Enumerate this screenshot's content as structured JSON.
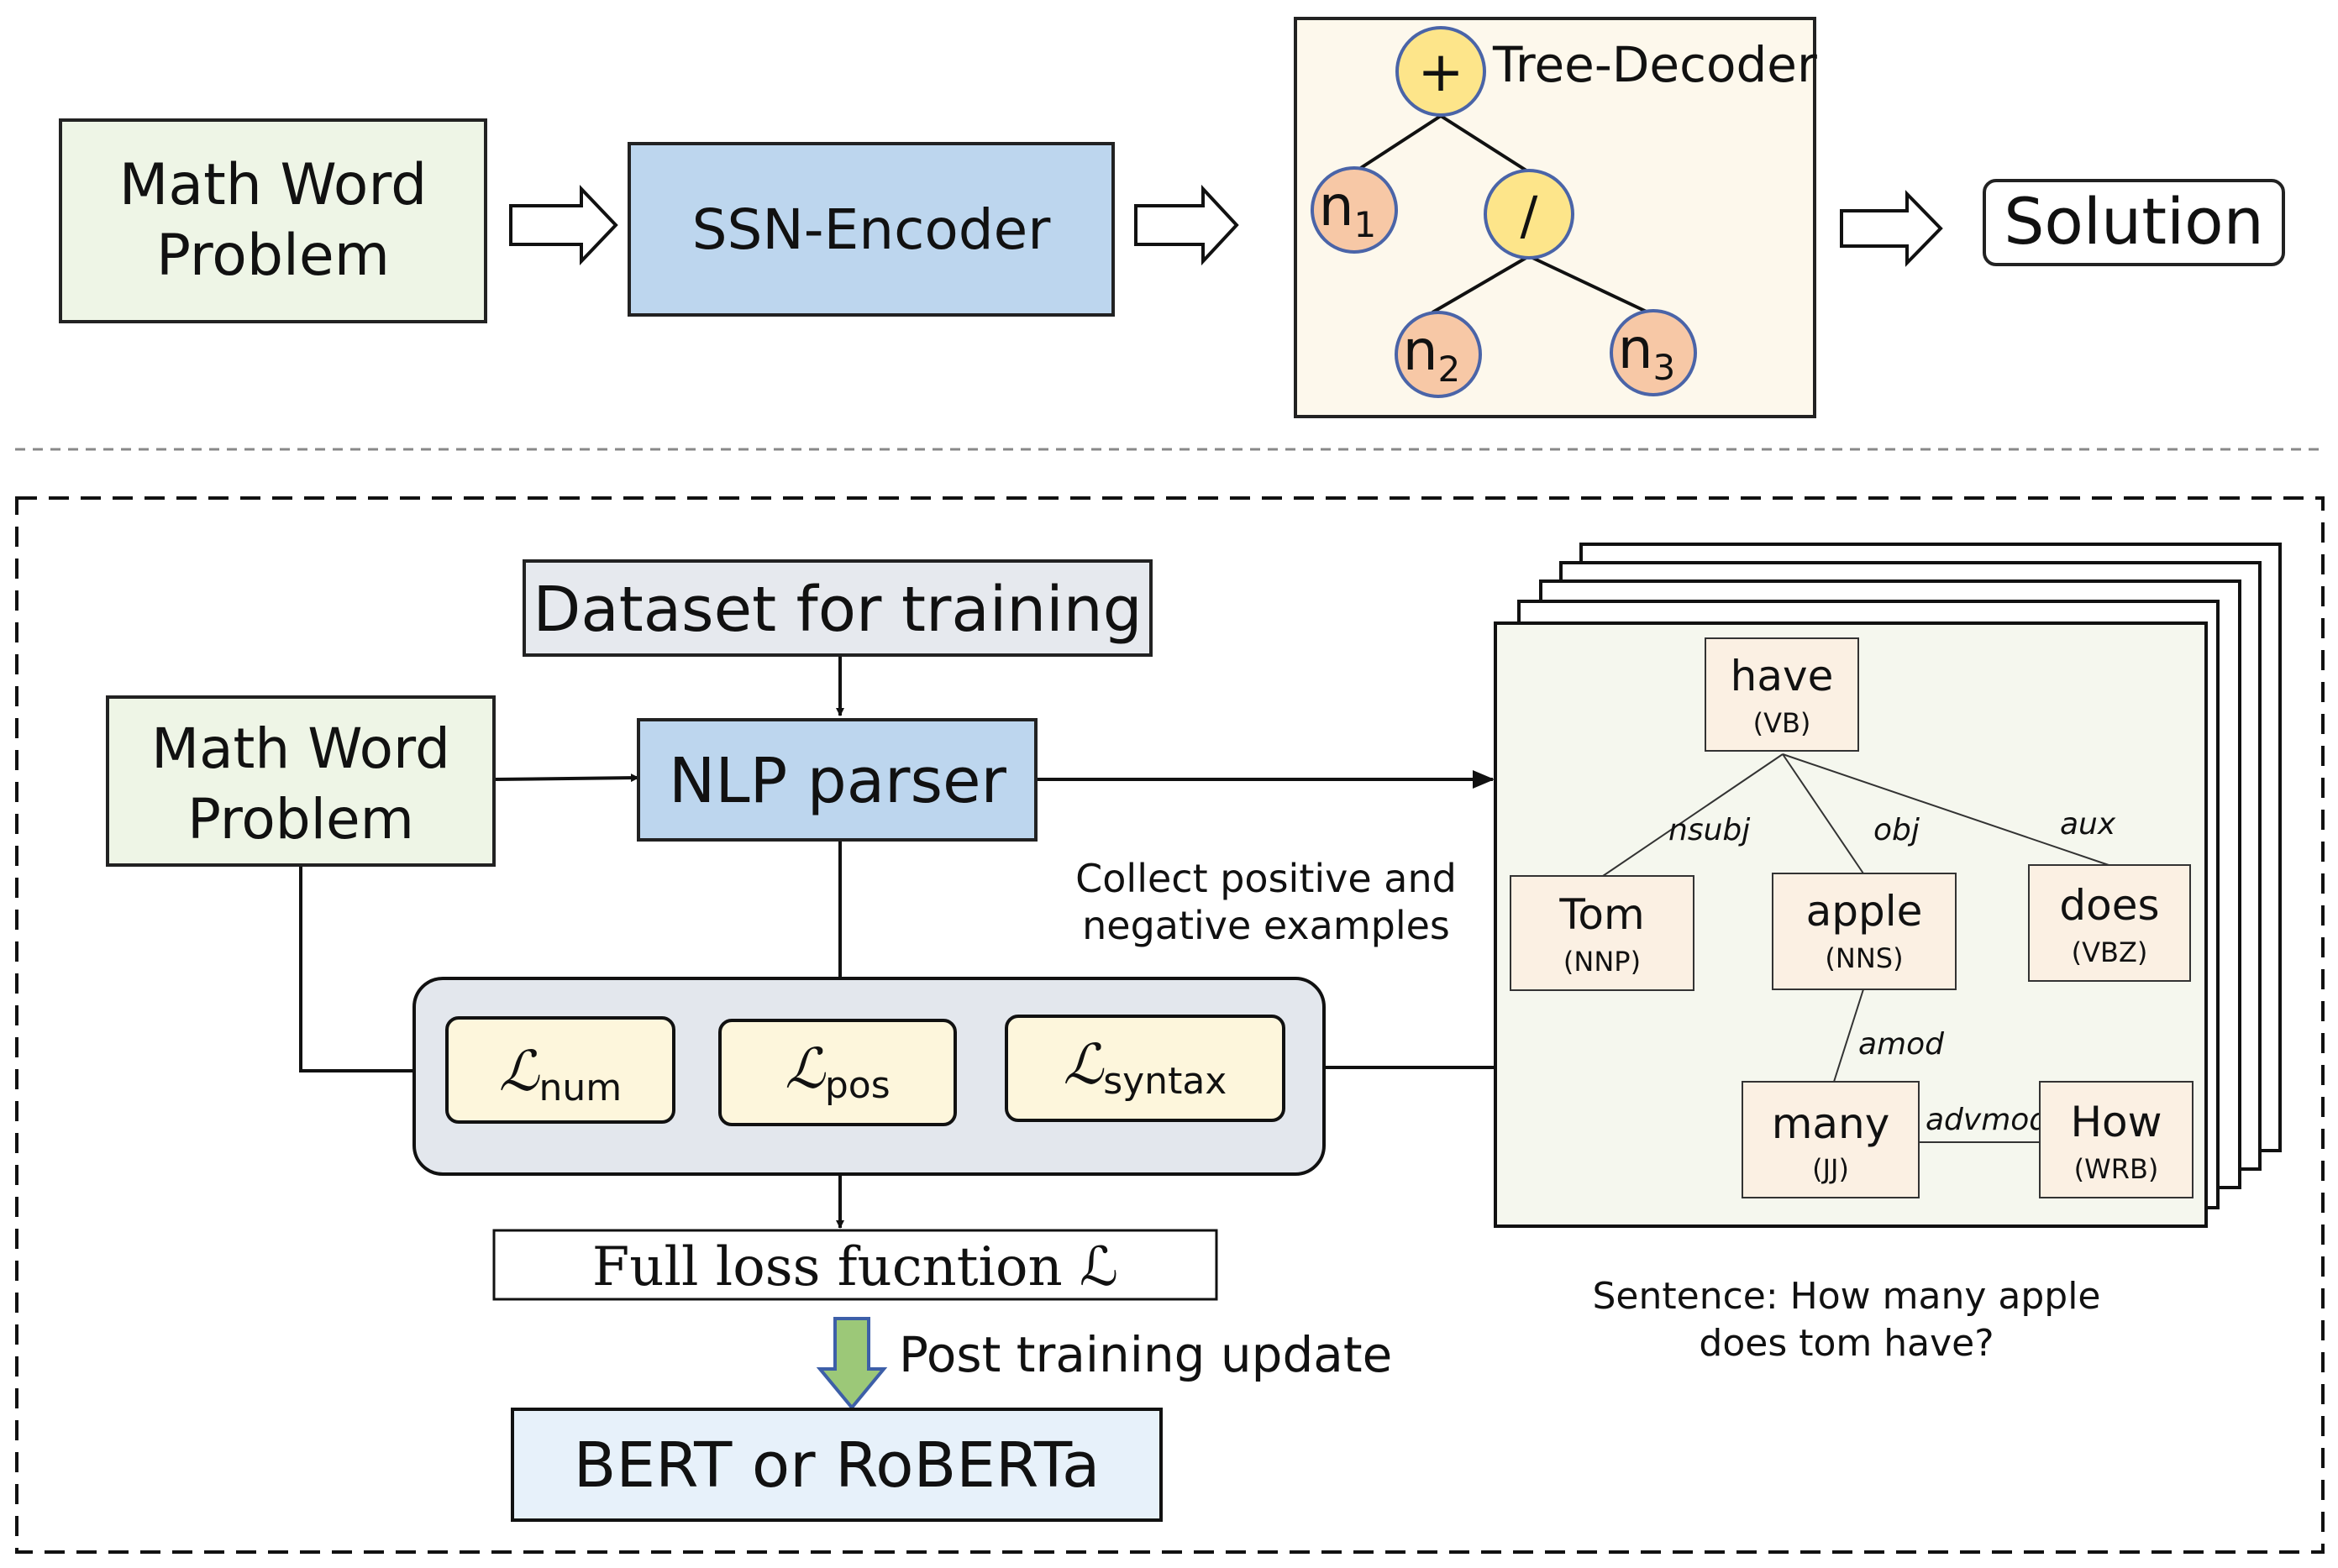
{
  "top": {
    "mwp_line1": "Math Word",
    "mwp_line2": "Problem",
    "encoder": "SSN-Encoder",
    "decoder_title": "Tree-Decoder",
    "tree": {
      "root": "+",
      "op2": "/",
      "n1": "n",
      "n1_sub": "1",
      "n2": "n",
      "n2_sub": "2",
      "n3": "n",
      "n3_sub": "3"
    },
    "solution": "Solution"
  },
  "bottom": {
    "dataset": "Dataset for training",
    "mwp_line1": "Math Word",
    "mwp_line2": "Problem",
    "parser": "NLP parser",
    "collect_line1": "Collect positive and",
    "collect_line2": "negative examples",
    "losses": [
      {
        "symbol": "ℒ",
        "sub": "num"
      },
      {
        "symbol": "ℒ",
        "sub": "pos"
      },
      {
        "symbol": "ℒ",
        "sub": "syntax"
      }
    ],
    "full_loss": "Full loss fucntion ℒ",
    "post_training": "Post training update",
    "model": "BERT or RoBERTa",
    "parse_tree": {
      "nodes": [
        {
          "word": "have",
          "tag": "(VB)"
        },
        {
          "word": "Tom",
          "tag": "(NNP)"
        },
        {
          "word": "apple",
          "tag": "(NNS)"
        },
        {
          "word": "does",
          "tag": "(VBZ)"
        },
        {
          "word": "many",
          "tag": "(JJ)"
        },
        {
          "word": "How",
          "tag": "(WRB)"
        }
      ],
      "edges": [
        "nsubj",
        "obj",
        "aux",
        "amod",
        "advmod"
      ]
    },
    "sentence_line1": "Sentence: How many apple",
    "sentence_line2": "does tom have?"
  },
  "colors": {
    "mwp_fill": "#eef5e6",
    "encoder_fill": "#bdd6ee",
    "decoder_fill": "#fdf8ec",
    "op_node": "#fde58a",
    "num_node": "#f7c8a6",
    "node_stroke": "#4a64a8",
    "dataset_fill": "#e6e9ee",
    "loss_group_fill": "#e3e7ed",
    "loss_fill": "#fdf6dc",
    "parse_panel_fill": "#f5f7ee",
    "parse_node_fill": "#fbf0e3",
    "model_fill": "#e7f1fa",
    "green_arrow": "#9cc878"
  }
}
